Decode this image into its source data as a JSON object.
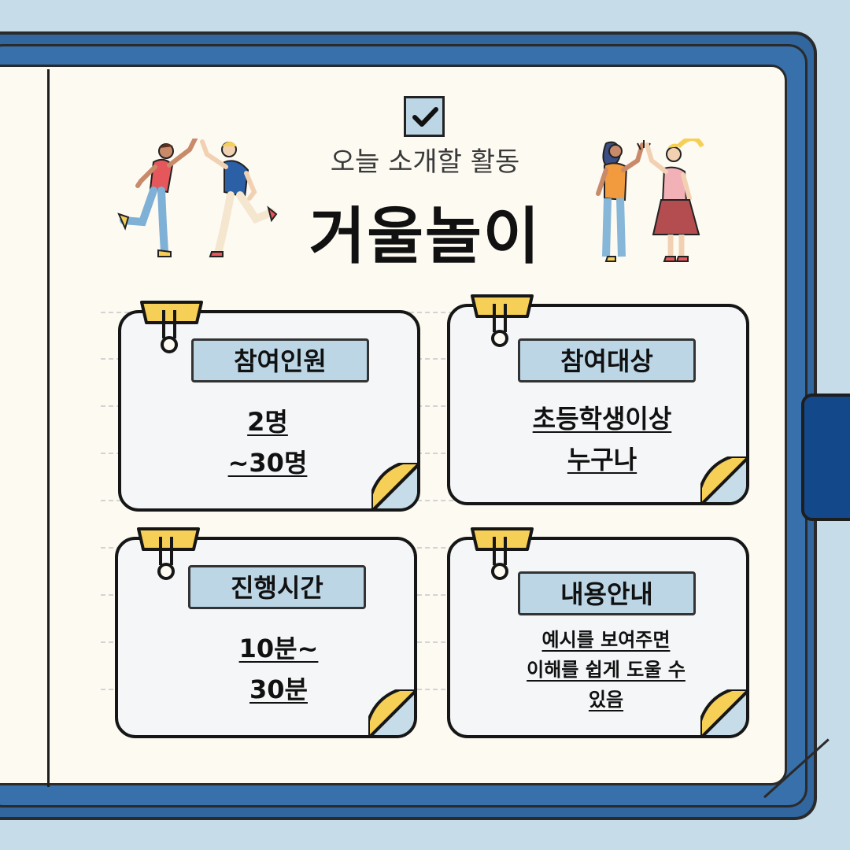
{
  "header": {
    "checkbox_icon": "check-icon",
    "subtitle": "오늘 소개할 활동",
    "title": "거울놀이"
  },
  "cards": [
    {
      "label": "참여인원",
      "lines": [
        "2명",
        "~30명"
      ]
    },
    {
      "label": "참여대상",
      "lines": [
        "초등학생이상",
        "누구나"
      ]
    },
    {
      "label": "진행시간",
      "lines": [
        "10분~",
        "30분"
      ]
    },
    {
      "label": "내용안내",
      "lines": [
        "예시를 보여주면",
        "이해를 쉽게 도울 수",
        "있음"
      ]
    }
  ],
  "colors": {
    "background": "#c6dce8",
    "binder": "#3870ab",
    "binder_tab": "#13498b",
    "page": "#fdfaf2",
    "label_fill": "#bcd6e6",
    "clip_yellow": "#f6cf57",
    "fold_yellow": "#f6cf57"
  },
  "illustrations": [
    "two-men-high-five",
    "two-women-high-five"
  ]
}
